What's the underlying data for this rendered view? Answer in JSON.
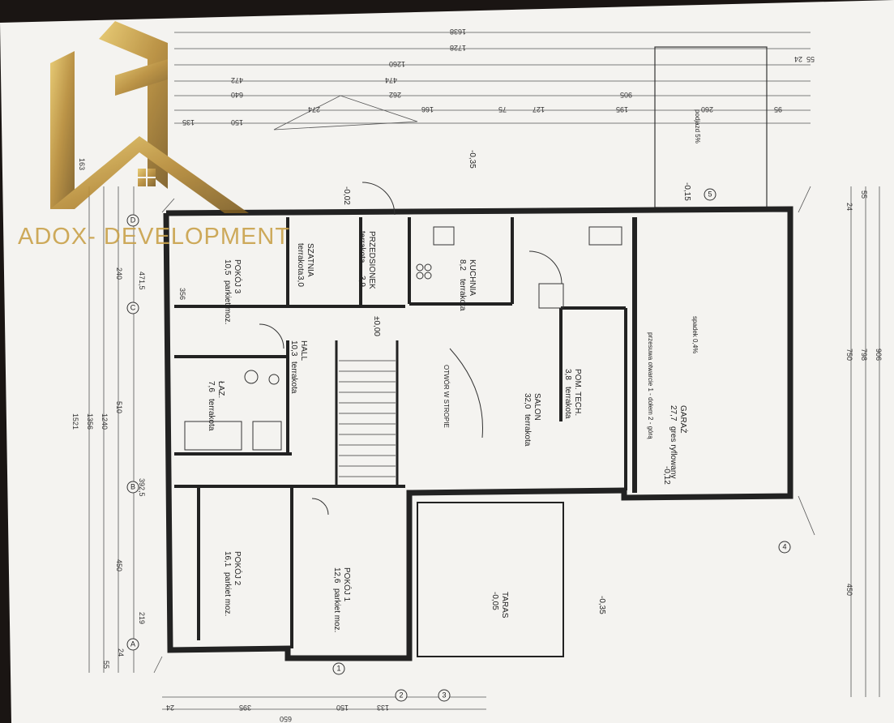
{
  "brand": {
    "name": "ADOX- DEVELOPMENT",
    "gold": "#c9a24a",
    "gold_dark": "#8a6a25"
  },
  "colors": {
    "paper": "#f4f3f0",
    "background": "#1a1513",
    "wall": "#222222"
  },
  "rooms": [
    {
      "name": "POKÓJ 3",
      "area": "10,5",
      "finish": "parkiet moz."
    },
    {
      "name": "SZATNIA",
      "area": "3,0",
      "finish": "terrakota"
    },
    {
      "name": "PRZEDSIONEK",
      "area": "3,9",
      "finish": "terrakota"
    },
    {
      "name": "KUCHNIA",
      "area": "8,2",
      "finish": "terrakota"
    },
    {
      "name": "HALL",
      "area": "10,3",
      "finish": "terrakota"
    },
    {
      "name": "ŁAZ.",
      "area": "7,6",
      "finish": "terrakota"
    },
    {
      "name": "SALON",
      "area": "32,0",
      "finish": "terrakota"
    },
    {
      "name": "POM. TECH.",
      "area": "3,8",
      "finish": "terrakota"
    },
    {
      "name": "GARAŻ",
      "area": "27,7",
      "finish": "gres ryflowany"
    },
    {
      "name": "POKÓJ 2",
      "area": "16,1",
      "finish": "parkiet moz."
    },
    {
      "name": "POKÓJ 1",
      "area": "12,6",
      "finish": "parkiet moz."
    },
    {
      "name": "TARAS",
      "area": "-0,05",
      "finish": ""
    }
  ],
  "levels": [
    "-0,02",
    "±0,00",
    "-0,15",
    "-0,12",
    "-0,35",
    "-0,35"
  ],
  "notes": {
    "slope": "spadek 0,4%",
    "ramp": "podjazd 5%",
    "stair_opening": "OTWÓR W STROPIE",
    "garage_door": "przesuwa otwarcie 1 - dołem 2 - górą"
  },
  "dimensions_top": [
    "1638",
    "1728",
    "1260",
    "472",
    "474",
    "905",
    "640",
    "135",
    "150",
    "274",
    "262",
    "166",
    "75",
    "127",
    "195",
    "260",
    "95",
    "24",
    "55"
  ],
  "dimensions_left": [
    "1521",
    "1356",
    "1240",
    "510",
    "471,5",
    "240",
    "356",
    "450",
    "392,5",
    "219",
    "163",
    "55",
    "24"
  ],
  "dimensions_bottom": [
    "650",
    "395",
    "150",
    "133",
    "24"
  ],
  "dimensions_right": [
    "750",
    "798",
    "906",
    "450",
    "55",
    "24"
  ],
  "axis_marks": [
    "A",
    "B",
    "C",
    "D",
    "1",
    "2",
    "3",
    "4",
    "5"
  ]
}
